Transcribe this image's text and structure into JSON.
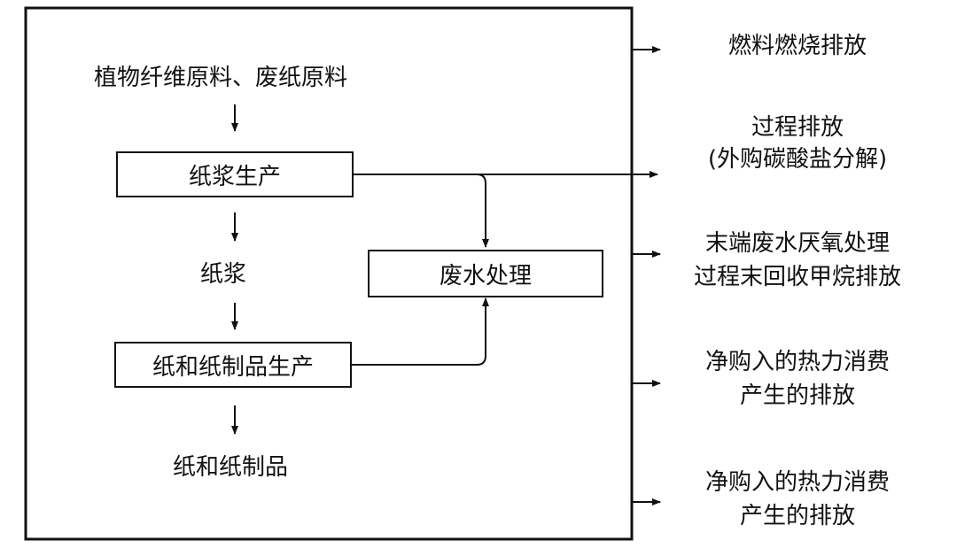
{
  "diagram": {
    "raw_material": "植物纤维原料、废纸原料",
    "pulp_production": "纸浆生产",
    "pulp": "纸浆",
    "paper_production": "纸和纸制品生产",
    "paper_products": "纸和纸制品",
    "wastewater_treatment": "废水处理",
    "emissions": {
      "fuel_combustion": "燃料燃烧排放",
      "process_line1": "过程排放",
      "process_line2": "(外购碳酸盐分解)",
      "wastewater_line1": "末端废水厌氧处理",
      "wastewater_line2": "过程末回收甲烷排放",
      "heat_a_line1": "净购入的热力消费",
      "heat_a_line2": "产生的排放",
      "heat_b_line1": "净购入的热力消费",
      "heat_b_line2": "产生的排放"
    }
  }
}
